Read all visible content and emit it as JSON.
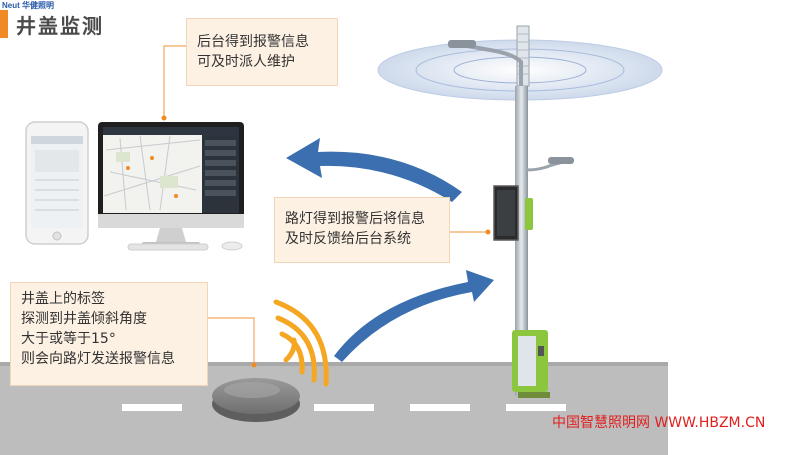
{
  "header": {
    "brand": "Neut 华健照明",
    "title": "井盖监测"
  },
  "callouts": {
    "backend": {
      "line1": "后台得到报警信息",
      "line2": "可及时派人维护"
    },
    "streetlight": {
      "line1": "路灯得到报警后将信息",
      "line2": "及时反馈给后台系统"
    },
    "sensor": {
      "line1": "井盖上的标签",
      "line2": "探测到井盖倾斜角度",
      "line3": "大于或等于15°",
      "line4": "则会向路灯发送报警信息"
    }
  },
  "watermark": "中国智慧照明网 WWW.HBZM.CN",
  "colors": {
    "accent": "#f08a24",
    "arrow": "#3b6fb0",
    "signal": "#f5a623",
    "pole_green": "#8cc63f",
    "road": "#bdbdbd"
  }
}
